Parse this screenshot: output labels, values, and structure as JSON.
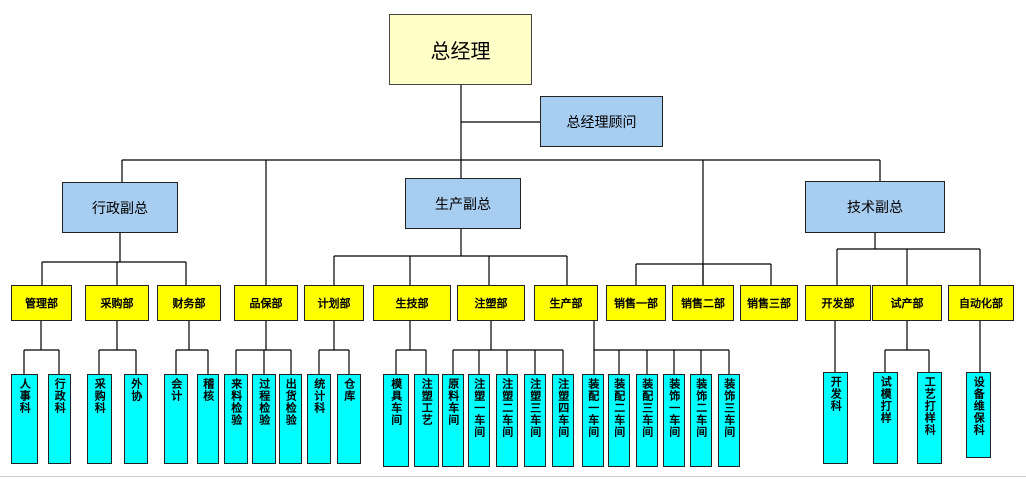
{
  "chart": {
    "top": {
      "label": "总经理"
    },
    "advisor": {
      "label": "总经理顾问"
    },
    "vps": [
      {
        "label": "行政副总"
      },
      {
        "label": "生产副总"
      },
      {
        "label": "技术副总"
      }
    ],
    "depts": [
      {
        "label": "管理部"
      },
      {
        "label": "采购部"
      },
      {
        "label": "财务部"
      },
      {
        "label": "品保部"
      },
      {
        "label": "计划部"
      },
      {
        "label": "生技部"
      },
      {
        "label": "注塑部"
      },
      {
        "label": "生产部"
      },
      {
        "label": "销售一部"
      },
      {
        "label": "销售二部"
      },
      {
        "label": "销售三部"
      },
      {
        "label": "开发部"
      },
      {
        "label": "试产部"
      },
      {
        "label": "自动化部"
      }
    ],
    "units": [
      {
        "label": "人事科"
      },
      {
        "label": "行政科"
      },
      {
        "label": "采购科"
      },
      {
        "label": "外协"
      },
      {
        "label": "会计"
      },
      {
        "label": "稽核"
      },
      {
        "label": "来料检验"
      },
      {
        "label": "过程检验"
      },
      {
        "label": "出货检验"
      },
      {
        "label": "统计科"
      },
      {
        "label": "仓库"
      },
      {
        "label": "模具车间"
      },
      {
        "label": "注塑工艺"
      },
      {
        "label": "原料车间"
      },
      {
        "label": "注塑一车间"
      },
      {
        "label": "注塑二车间"
      },
      {
        "label": "注塑三车间"
      },
      {
        "label": "注塑四车间"
      },
      {
        "label": "装配一车间"
      },
      {
        "label": "装配二车间"
      },
      {
        "label": "装配三车间"
      },
      {
        "label": "装饰一车间"
      },
      {
        "label": "装饰二车间"
      },
      {
        "label": "装饰三车间"
      },
      {
        "label": "开发科"
      },
      {
        "label": "试模打样"
      },
      {
        "label": "工艺打样科"
      },
      {
        "label": "设备维保科"
      }
    ]
  }
}
